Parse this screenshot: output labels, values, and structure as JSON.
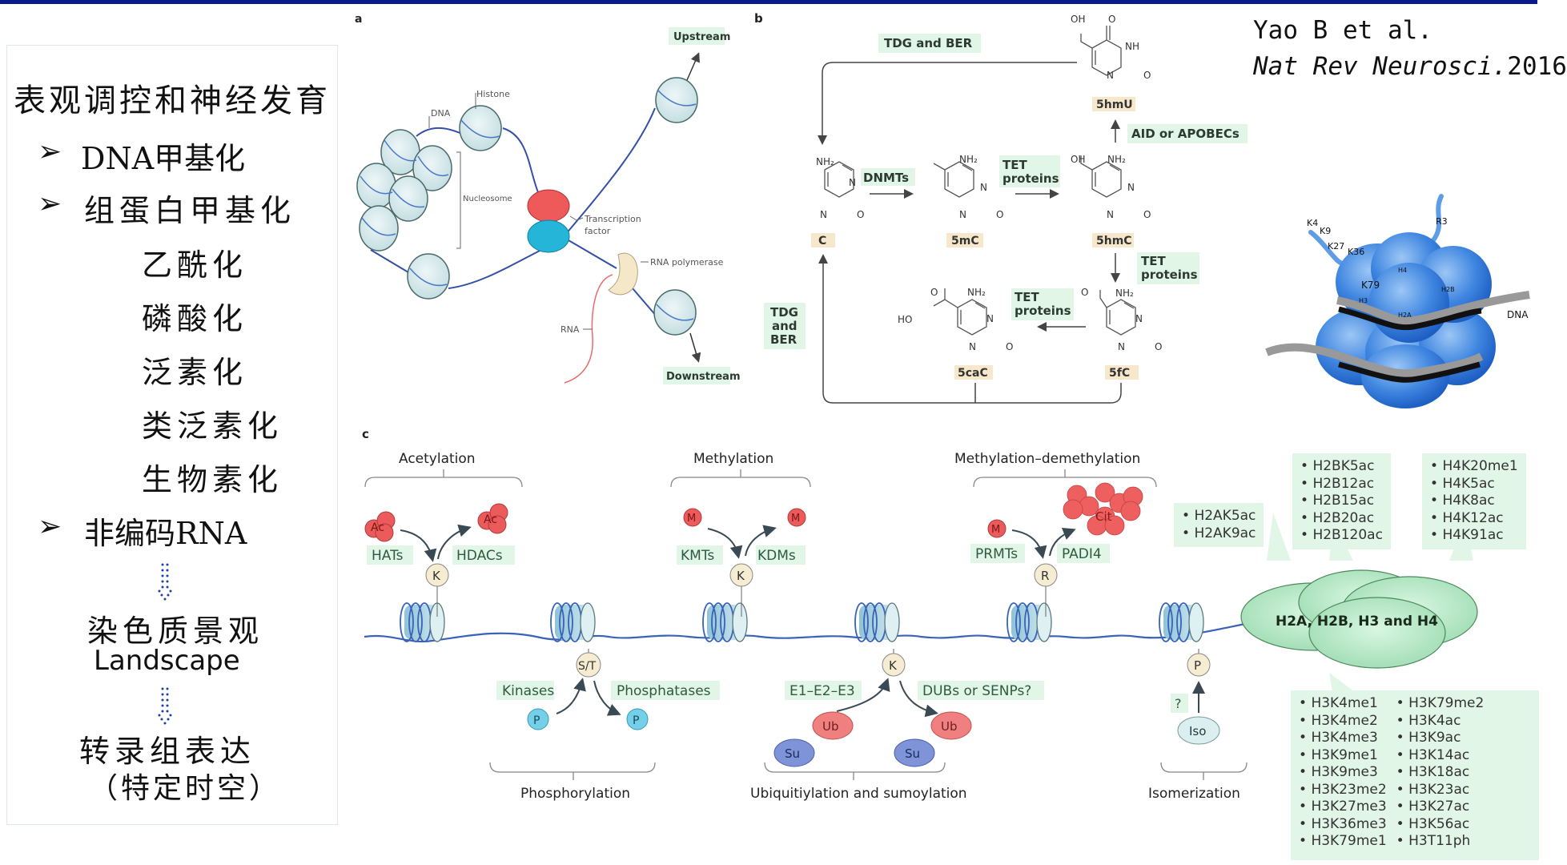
{
  "slide": {
    "title": "表观调控和神经发育",
    "citation": {
      "authors": "Yao B et al.",
      "journal": "Nat Rev Neurosci.",
      "year": "2016"
    },
    "outline": {
      "items": [
        {
          "bullet": "➢",
          "label": "DNA甲基化"
        },
        {
          "bullet": "➢",
          "label": "组蛋白甲基化"
        },
        {
          "bullet": "➢",
          "label": "非编码RNA"
        }
      ],
      "sub_items": [
        "乙酰化",
        "磷酸化",
        "泛素化",
        "类泛素化",
        "生物素化"
      ],
      "flow": [
        "染色质景观",
        "Landscape",
        "转录组表达",
        "（特定时空）"
      ]
    },
    "accent_color": "#0a1a8c"
  },
  "panel_a": {
    "label": "a",
    "labels": {
      "histone": "Histone",
      "dna": "DNA",
      "nucleosome": "Nucleosome",
      "transcription_factor_1": "Transcription",
      "transcription_factor_2": "factor",
      "rna_polymerase": "RNA polymerase",
      "rna": "RNA",
      "upstream": "Upstream",
      "downstream": "Downstream"
    }
  },
  "panel_b": {
    "label": "b",
    "compounds": {
      "c": "C",
      "5mc": "5mC",
      "5hmc": "5hmC",
      "5hmu": "5hmU",
      "5fc": "5fC",
      "5cac": "5caC"
    },
    "enzymes": {
      "tdg_ber_top": "TDG and BER",
      "dnmts": "DNMTs",
      "tet1_a": "TET",
      "tet1_b": "proteins",
      "aid": "AID or APOBECs",
      "tet2_a": "TET",
      "tet2_b": "proteins",
      "tet3_a": "TET",
      "tet3_b": "proteins",
      "tdg_left_a": "TDG",
      "tdg_left_b": "and",
      "tdg_left_c": "BER"
    },
    "atoms": {
      "nh2": "NH₂",
      "n": "N",
      "o": "O",
      "oh": "OH",
      "nh": "NH",
      "ho": "HO"
    }
  },
  "nucleosome_3d": {
    "tails_h3": [
      "K4",
      "K9",
      "K27",
      "K36"
    ],
    "tail_h4": "R3",
    "inner": [
      "K79",
      "H3",
      "H4",
      "H2B",
      "H2A"
    ],
    "dna": "DNA"
  },
  "panel_c": {
    "label": "c",
    "groups": {
      "acetylation": {
        "title": "Acetylation",
        "mark": "Ac",
        "writer": "HATs",
        "eraser": "HDACs",
        "residue": "K"
      },
      "methylation": {
        "title": "Methylation",
        "mark": "M",
        "writer": "KMTs",
        "eraser": "KDMs",
        "residue": "K"
      },
      "methyl_demethyl": {
        "title": "Methylation–demethylation",
        "mark": "M",
        "product": "Cit",
        "writer": "PRMTs",
        "eraser": "PADI4",
        "residue": "R"
      },
      "phosphorylation": {
        "title": "Phosphorylation",
        "mark": "P",
        "writer": "Kinases",
        "eraser": "Phosphatases",
        "residue": "S/T"
      },
      "ubiquitylation": {
        "title": "Ubiquitiylation and sumoylation",
        "mark1": "Ub",
        "mark2": "Su",
        "writer": "E1–E2–E3",
        "eraser": "DUBs or SENPs?",
        "residue": "K"
      },
      "isomerization": {
        "title": "Isomerization",
        "mark": "Iso",
        "writer": "?",
        "residue": "P"
      }
    },
    "core": "H2A, H2B, H3 and H4",
    "h2a_marks": [
      "H2AK5ac",
      "H2AK9ac"
    ],
    "h2b_marks": [
      "H2BK5ac",
      "H2B12ac",
      "H2B15ac",
      "H2B20ac",
      "H2B120ac"
    ],
    "h4_marks": [
      "H4K20me1",
      "H4K5ac",
      "H4K8ac",
      "H4K12ac",
      "H4K91ac"
    ],
    "h3_marks_col1": [
      "H3K4me1",
      "H3K4me2",
      "H3K4me3",
      "H3K9me1",
      "H3K9me3",
      "H3K23me2",
      "H3K27me3",
      "H3K36me3",
      "H3K79me1"
    ],
    "h3_marks_col2": [
      "H3K79me2",
      "H3K4ac",
      "H3K9ac",
      "H3K14ac",
      "H3K18ac",
      "H3K23ac",
      "H3K27ac",
      "H3K56ac",
      "H3T11ph"
    ]
  }
}
